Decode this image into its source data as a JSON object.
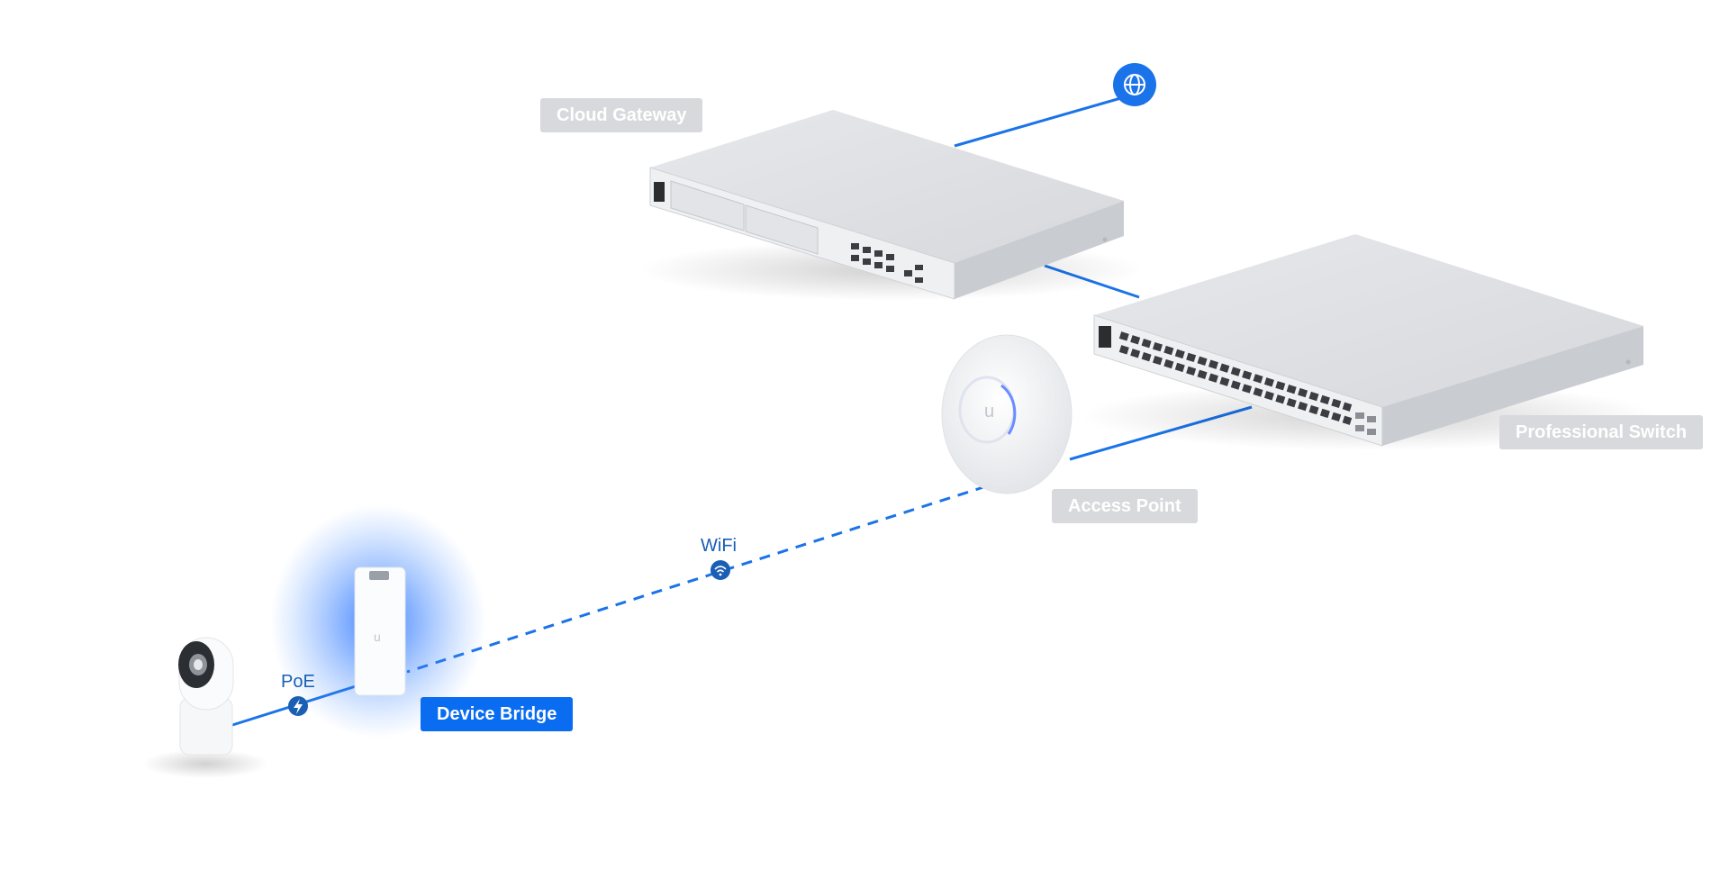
{
  "labels": {
    "cloud_gateway": "Cloud Gateway",
    "professional_switch": "Professional Switch",
    "access_point": "Access Point",
    "device_bridge": "Device Bridge"
  },
  "connections": {
    "wifi": "WiFi",
    "poe": "PoE"
  },
  "icons": {
    "internet": "globe-icon",
    "wifi": "wifi-icon",
    "poe": "lightning-icon"
  },
  "colors": {
    "link": "#1a73e8",
    "highlight_label": "#0a6cf0",
    "device_label": "#d8d9dc",
    "device_body": "#dfe1e5"
  }
}
